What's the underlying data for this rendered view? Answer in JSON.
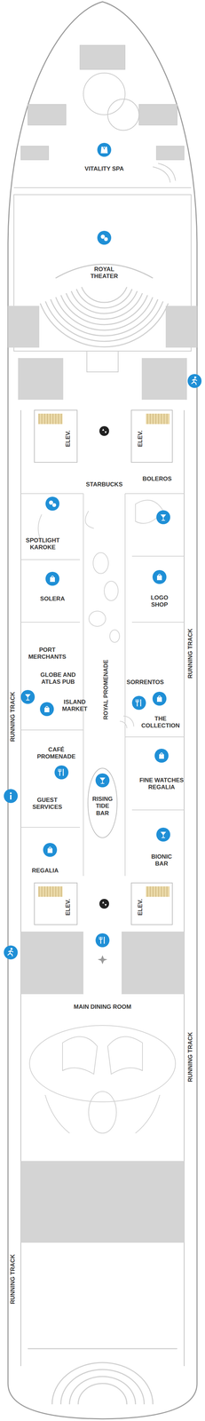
{
  "diagram": {
    "labels": [
      "VITALITY SPA",
      "ROYAL THEATER",
      "ELEV.",
      "ELEV.",
      "STARBUCKS",
      "BOLEROS",
      "SPOTLIGHT KAROKE",
      "SOLERA",
      "LOGO SHOP",
      "PORT MERCHANTS",
      "RUNNING TRACK",
      "GLOBE AND ATLAS PUB",
      "SORRENTOS",
      "RUNNING TRACK",
      "ISLAND MARKET",
      "ROYAL PROMENADE",
      "THE COLLECTION",
      "CAFÉ PROMENADE",
      "RISING TIDE BAR",
      "FINE WATCHES REGALIA",
      "GUEST SERVICES",
      "BIONIC BAR",
      "REGALIA",
      "ELEV.",
      "ELEV.",
      "MAIN DINING ROOM",
      "RUNNING TRACK",
      "RUNNING TRACK"
    ]
  }
}
